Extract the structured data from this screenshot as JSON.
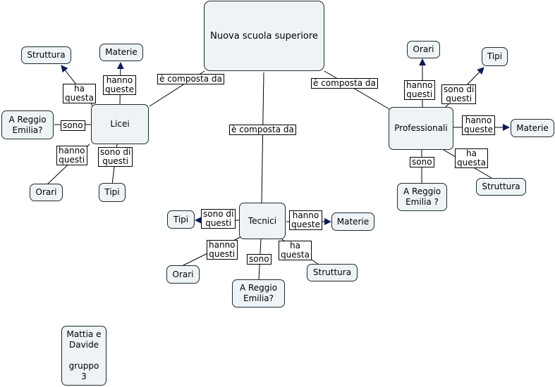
{
  "colors": {
    "node_fill": "#eef3f6",
    "node_border": "#1e2a33",
    "arrow": "#0a1a5e",
    "line": "#000000"
  },
  "nodes": {
    "main": "Nuova scuola superiore",
    "licei": "Licei",
    "licei_struttura": "Struttura",
    "licei_materie": "Materie",
    "licei_reggio": "A Reggio\nEmilia?",
    "licei_orari": "Orari",
    "licei_tipi": "Tipi",
    "tecnici": "Tecnici",
    "tecnici_tipi": "Tipi",
    "tecnici_materie": "Materie",
    "tecnici_orari": "Orari",
    "tecnici_reggio": "A Reggio\nEmilia?",
    "tecnici_struttura": "Struttura",
    "prof": "Professionali",
    "prof_orari": "Orari",
    "prof_tipi": "Tipi",
    "prof_materie": "Materie",
    "prof_reggio": "A Reggio\nEmilia ?",
    "prof_struttura": "Struttura",
    "note": "Mattia e\nDavide\n\ngruppo\n3"
  },
  "labels": {
    "comp_licei": "è composta da",
    "comp_tecnici": "è composta da",
    "comp_prof": "è composta da",
    "licei_haquesta": "ha\nquesta",
    "licei_hannoqueste": "hanno\nqueste",
    "licei_sono": "sono",
    "licei_hannoquesti": "hanno\nquesti",
    "licei_sonodiquesti": "sono di\nquesti",
    "tec_sonodiquesti": "sono di\nquesti",
    "tec_hannoqueste": "hanno\nqueste",
    "tec_hannoquesti": "hanno\nquesti",
    "tec_sono": "sono",
    "tec_haquesta": "ha\nquesta",
    "prof_hannoquesti": "hanno\nquesti",
    "prof_sonodiquesti": "sono di\nquesti",
    "prof_hannoqueste": "hanno\nqueste",
    "prof_sono": "sono",
    "prof_haquesta": "ha\nquesta"
  }
}
